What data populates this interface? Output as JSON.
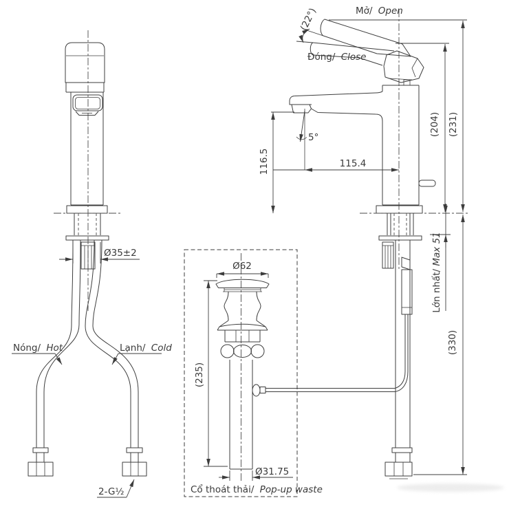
{
  "drawing": {
    "labels": {
      "open_vi": "Mở/",
      "open_en": "Open",
      "close_vi": "Đóng/",
      "close_en": "Close",
      "hot_vi": "Nóng/",
      "hot_en": "Hot",
      "cold_vi": "Lạnh/",
      "cold_en": "Cold",
      "popup_vi": "Cổ thoát thải/",
      "popup_en": "Pop-up waste",
      "max_vi": "Lớn nhất/",
      "max_en": "Max 51",
      "thread": "2-G½"
    },
    "dimensions": {
      "handle_angle": "(22°)",
      "height_open": "(231)",
      "height_closed": "(204)",
      "spout_height": "116.5",
      "spout_reach": "115.4",
      "stream_angle": "5°",
      "hole_dia": "Ø35±2",
      "hose_length": "(330)",
      "flange_dia": "Ø62",
      "waste_height": "(235)",
      "tail_dia": "Ø31.75"
    }
  }
}
